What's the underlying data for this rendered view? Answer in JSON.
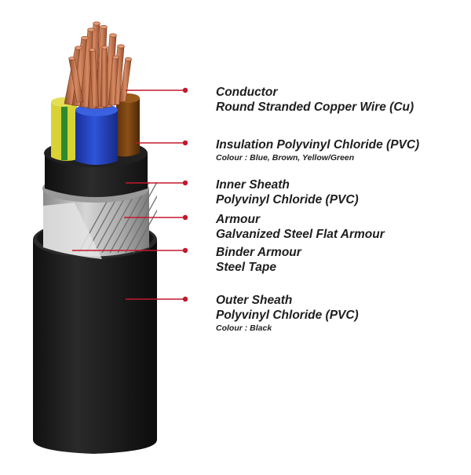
{
  "colors": {
    "leader_line": "#c3182b",
    "text": "#1e1e1e",
    "copper": "#b86a45",
    "insulation_blue": "#2443c4",
    "insulation_brown": "#7a4310",
    "insulation_yellow_green": "#d8d235",
    "sheath": "#1b1b1b",
    "armour": "#b9b9b9"
  },
  "labels": [
    {
      "title": "Conductor",
      "subtitle": "Round Stranded Copper Wire (Cu)",
      "note": ""
    },
    {
      "title": "Insulation Polyvinyl Chloride (PVC)",
      "subtitle": "",
      "note": "Colour : Blue, Brown, Yellow/Green"
    },
    {
      "title": "Inner Sheath",
      "subtitle": "Polyvinyl Chloride (PVC)",
      "note": ""
    },
    {
      "title": "Armour",
      "subtitle": "Galvanized Steel Flat Armour",
      "note": ""
    },
    {
      "title": "Binder Armour",
      "subtitle": "Steel Tape",
      "note": ""
    },
    {
      "title": "Outer Sheath",
      "subtitle": "Polyvinyl Chloride (PVC)",
      "note": "Colour : Black"
    }
  ]
}
